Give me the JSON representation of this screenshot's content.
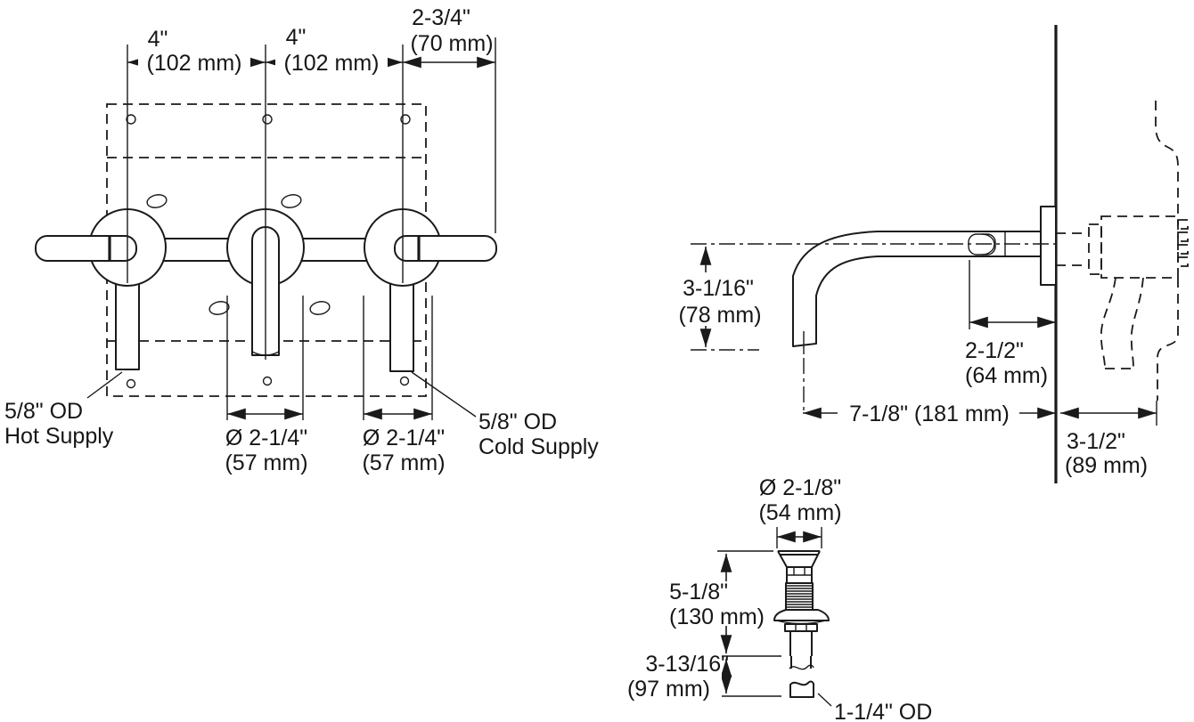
{
  "drawing_title": "wall-mount faucet dimension diagram",
  "colors": {
    "line": "#1a1a1a",
    "background": "#ffffff"
  },
  "front_view": {
    "dim_spacing_left": {
      "value": "4\"",
      "mm": "(102 mm)"
    },
    "dim_spacing_right": {
      "value": "4\"",
      "mm": "(102 mm)"
    },
    "dim_handle_offset": {
      "value": "2-3/4\"",
      "mm": "(70 mm)"
    },
    "hot_supply": {
      "line1": "5/8\" OD",
      "line2": "Hot Supply"
    },
    "cold_supply": {
      "line1": "5/8\" OD",
      "line2": "Cold Supply"
    },
    "dim_escutcheon_left": {
      "value": "Ø 2-1/4\"",
      "mm": "(57 mm)"
    },
    "dim_escutcheon_right": {
      "value": "Ø 2-1/4\"",
      "mm": "(57 mm)"
    }
  },
  "side_view": {
    "dim_spout_drop": {
      "value": "3-1/16\"",
      "mm": "(78 mm)"
    },
    "dim_inner_reach": {
      "value": "2-1/2\"",
      "mm": "(64 mm)"
    },
    "dim_spout_reach": {
      "value": "7-1/8\" (181 mm)"
    },
    "dim_wall_depth": {
      "value": "3-1/2\"",
      "mm": "(89 mm)"
    }
  },
  "drain_view": {
    "dim_flange_dia": {
      "value": "Ø 2-1/8\"",
      "mm": "(54 mm)"
    },
    "dim_body_length": {
      "value": "5-1/8\"",
      "mm": "(130 mm)"
    },
    "dim_tailpiece": {
      "value": "3-13/16\"",
      "mm": "(97 mm)"
    },
    "dim_tailpiece_od": {
      "value": "1-1/4\" OD"
    }
  }
}
